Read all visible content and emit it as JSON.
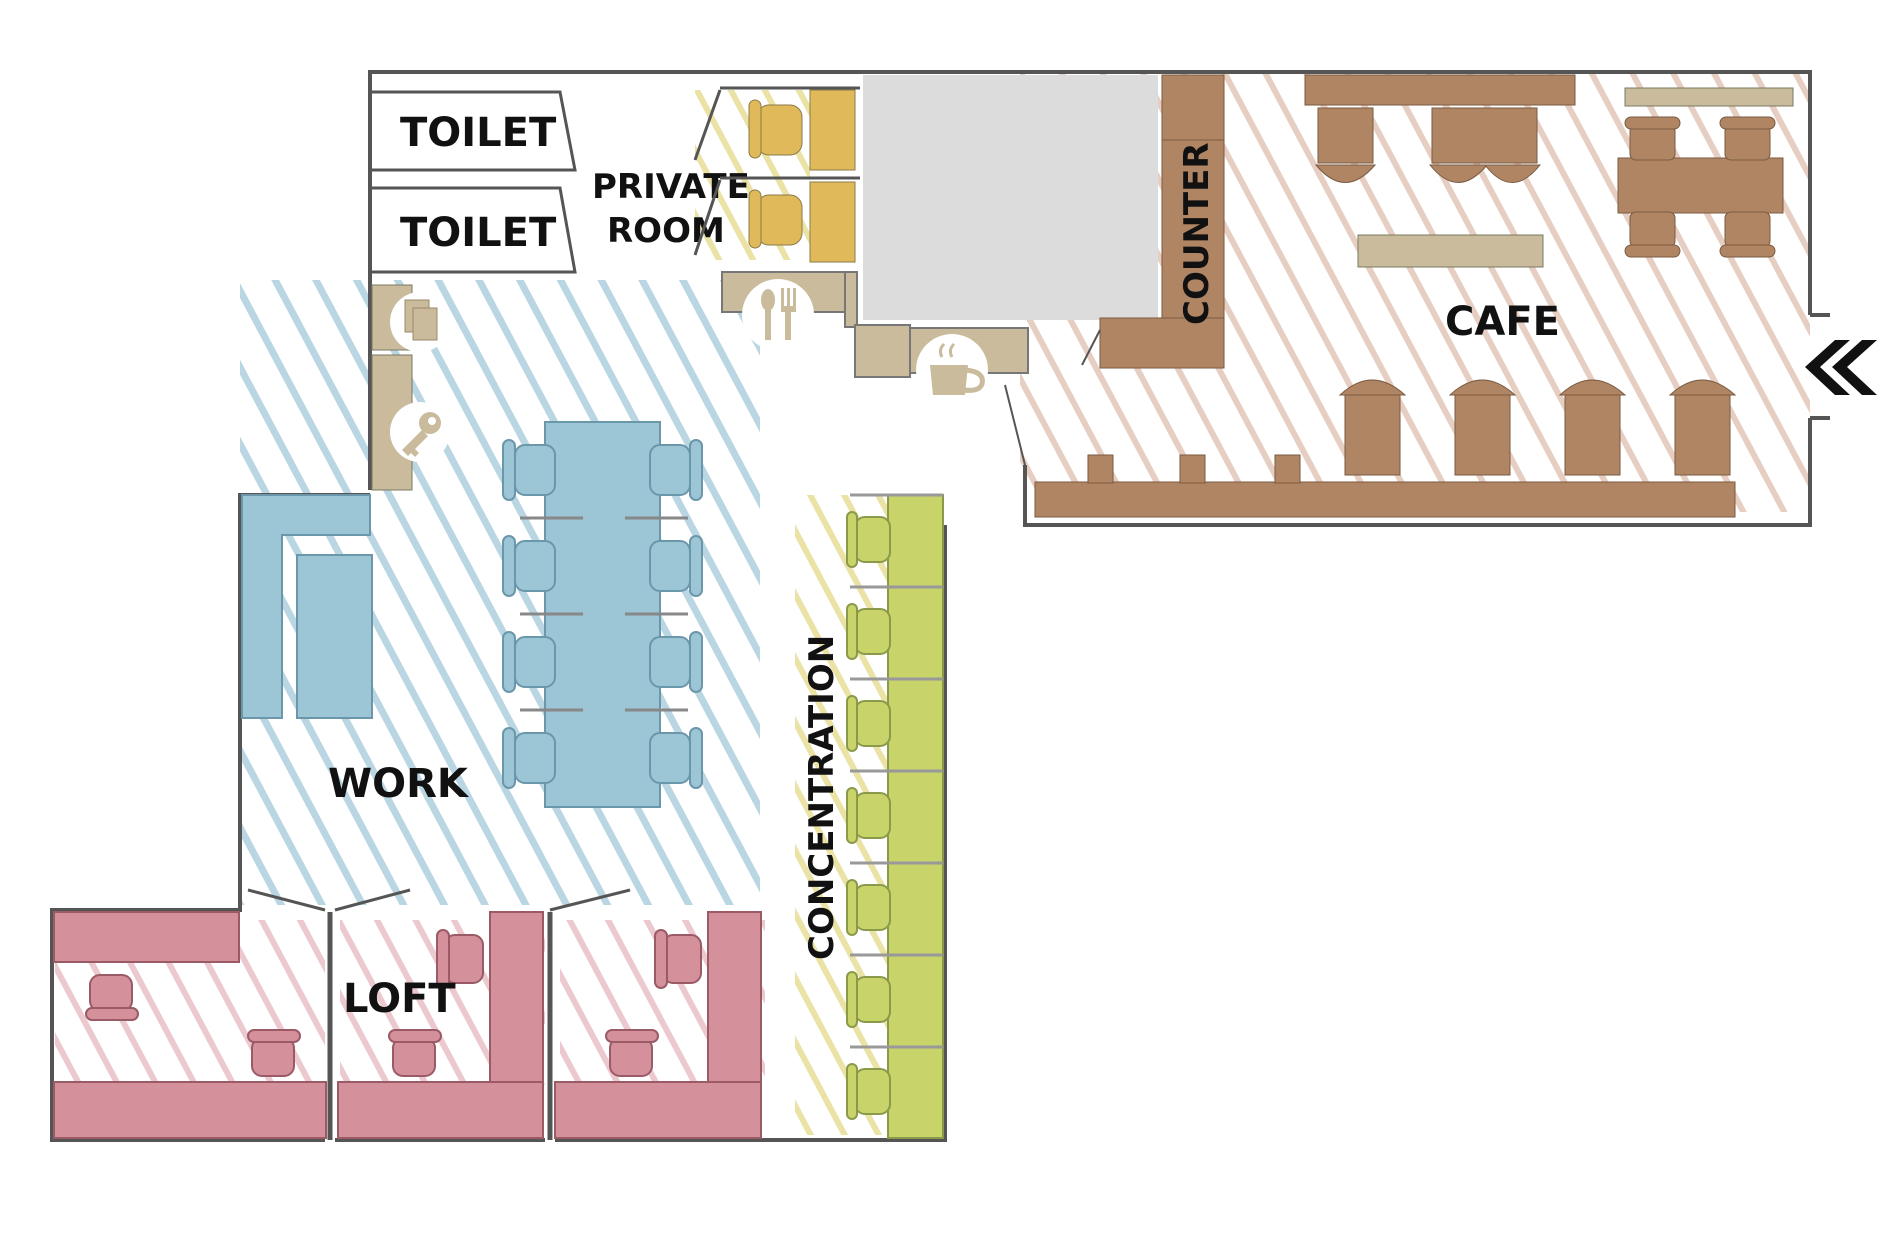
{
  "labels": {
    "toilet_1": "TOILET",
    "toilet_2": "TOILET",
    "private_room_line1": "PRIVATE",
    "private_room_line2": "ROOM",
    "counter": "COUNTER",
    "cafe": "CAFE",
    "work": "WORK",
    "concentration": "CONCENTRATION",
    "loft": "LOFT"
  },
  "icons": {
    "copy": "copy-icon",
    "key": "key-icon",
    "cutlery": "cutlery-icon",
    "coffee": "coffee-cup-icon",
    "entrance": "double-chevron-left-icon"
  },
  "colors": {
    "work": "#9cc5d6",
    "cafe": "#b08563",
    "private_room": "#e0b95a",
    "concentration": "#c8d46a",
    "loft": "#d4919c",
    "fixtures": "#c9bb9b",
    "kitchen": "#dcdcdc",
    "wall": "#555555"
  }
}
